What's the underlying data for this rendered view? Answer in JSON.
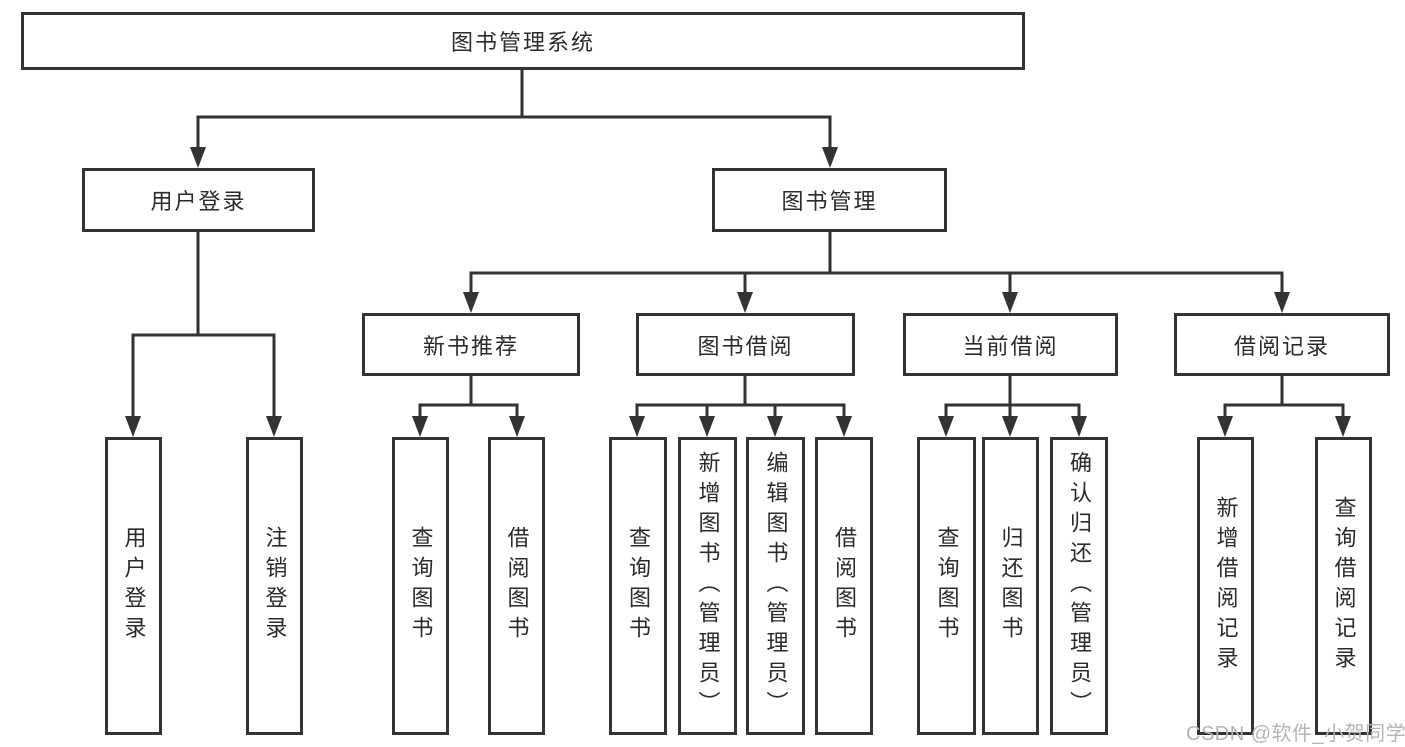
{
  "tree": {
    "label": "图书管理系统",
    "children": [
      {
        "label": "用户登录",
        "children": [
          {
            "label": "用户登录"
          },
          {
            "label": "注销登录"
          }
        ]
      },
      {
        "label": "图书管理",
        "children": [
          {
            "label": "新书推荐",
            "children": [
              {
                "label": "查询图书"
              },
              {
                "label": "借阅图书"
              }
            ]
          },
          {
            "label": "图书借阅",
            "children": [
              {
                "label": "查询图书"
              },
              {
                "label": "新增图书（管理员）"
              },
              {
                "label": "编辑图书（管理员）"
              },
              {
                "label": "借阅图书"
              }
            ]
          },
          {
            "label": "当前借阅",
            "children": [
              {
                "label": "查询图书"
              },
              {
                "label": "归还图书"
              },
              {
                "label": "确认归还（管理员）"
              }
            ]
          },
          {
            "label": "借阅记录",
            "children": [
              {
                "label": "新增借阅记录"
              },
              {
                "label": "查询借阅记录"
              }
            ]
          }
        ]
      }
    ]
  },
  "watermark": "CSDN @软件_小贺同学",
  "colors": {
    "line": "#333333",
    "text": "#2b2b2b",
    "watermark": "#b5b5b5",
    "background": "#ffffff"
  }
}
